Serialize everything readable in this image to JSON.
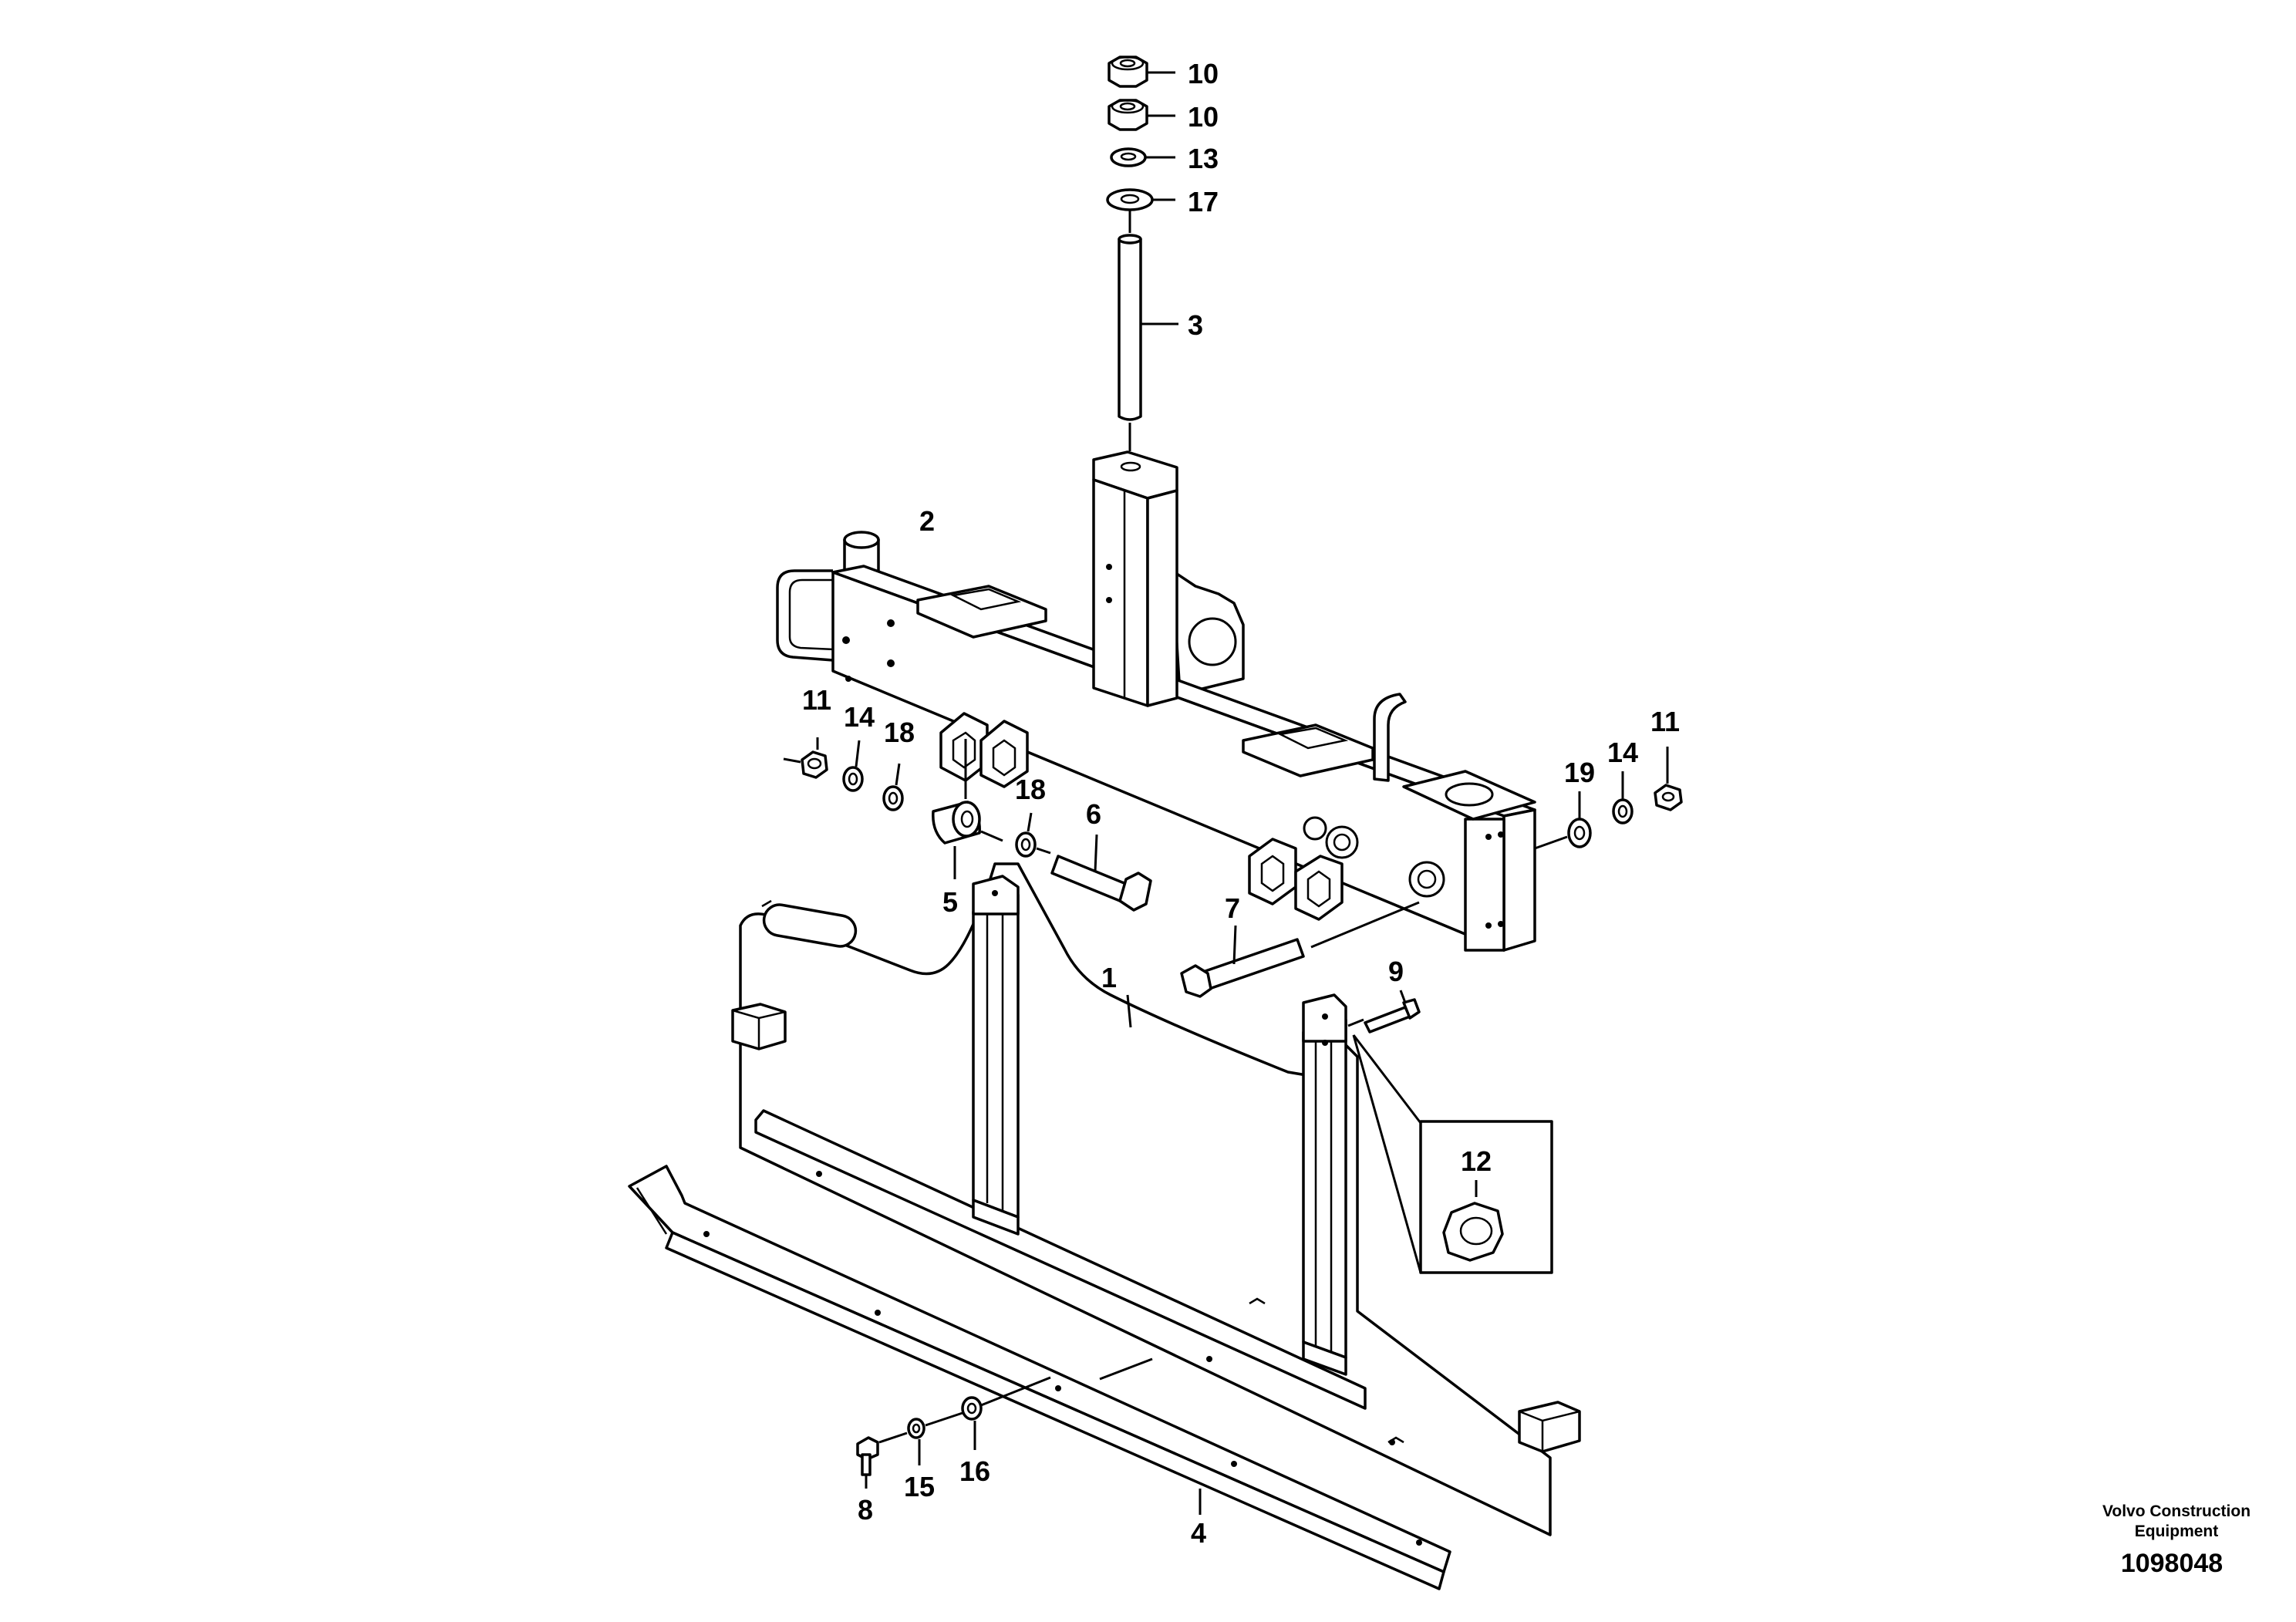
{
  "diagram": {
    "callouts": {
      "c10a": "10",
      "c10b": "10",
      "c13": "13",
      "c17": "17",
      "c3": "3",
      "c2": "2",
      "c11l": "11",
      "c14l": "14",
      "c18l": "18",
      "c18m": "18",
      "c6": "6",
      "c5": "5",
      "c7": "7",
      "c1": "1",
      "c9": "9",
      "c12": "12",
      "c19": "19",
      "c14r": "14",
      "c11r": "11",
      "c8": "8",
      "c15": "15",
      "c16": "16",
      "c4": "4"
    },
    "footer": {
      "company_line1": "Volvo Construction",
      "company_line2": "Equipment",
      "drawing_number": "1098048"
    }
  }
}
